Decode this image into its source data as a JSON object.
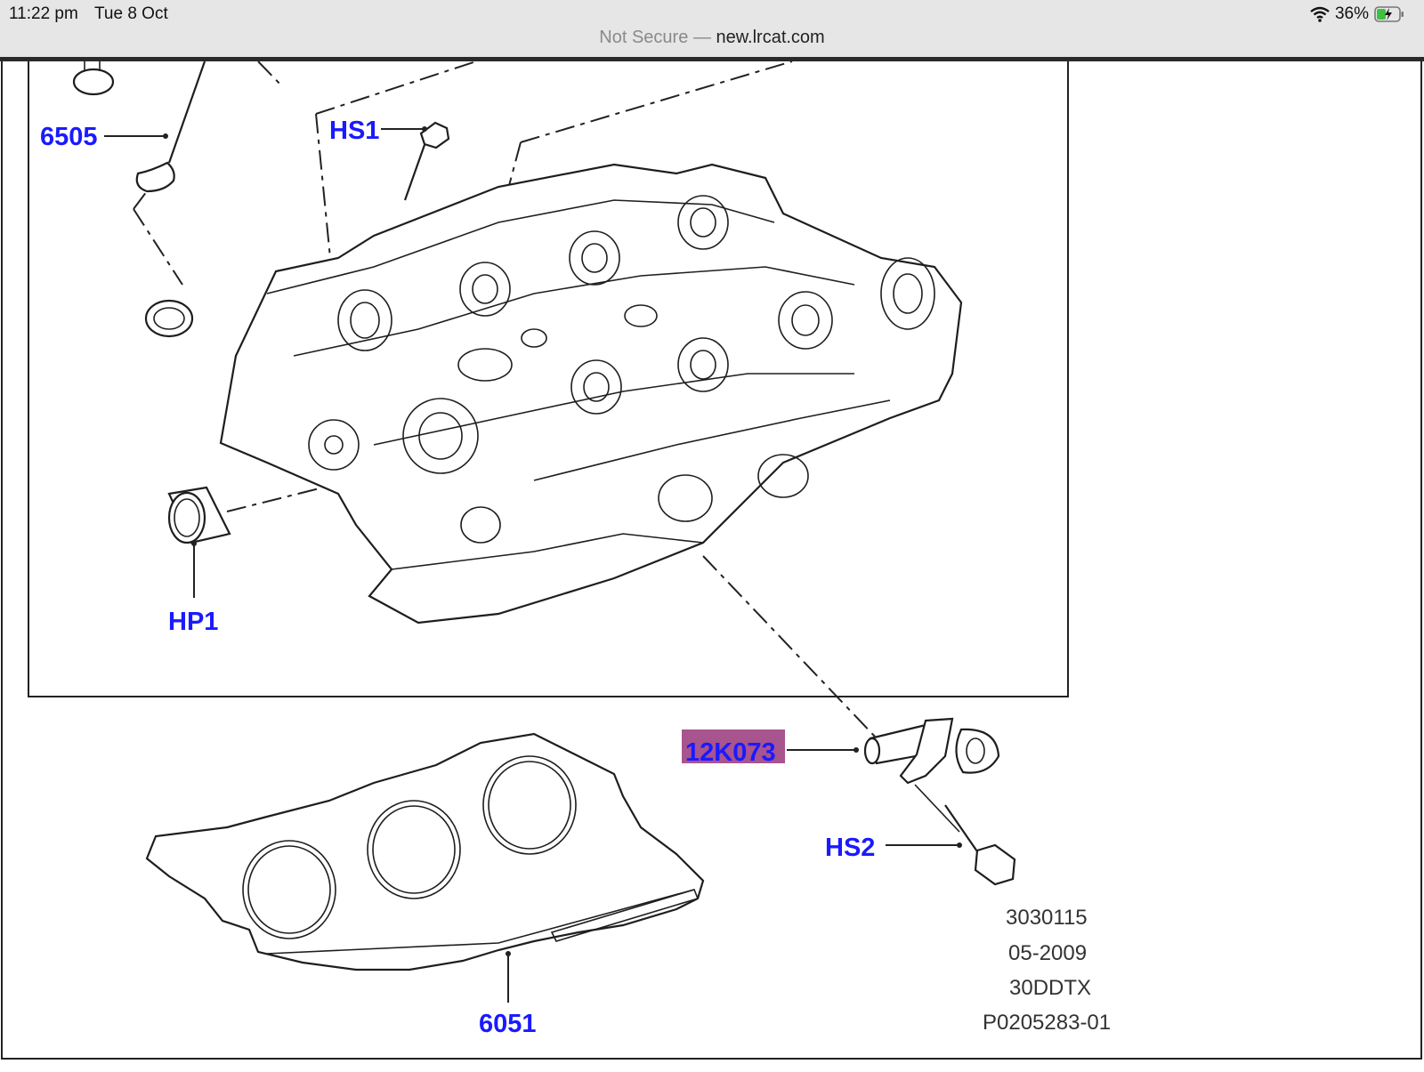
{
  "status_bar": {
    "time": "11:22 pm",
    "date": "Tue 8 Oct",
    "battery_percent": "36%",
    "wifi_icon": "wifi-icon",
    "battery_icon": "battery-charging-icon"
  },
  "address_bar": {
    "security_text": "Not Secure",
    "separator": "—",
    "host": "new.lrcat.com"
  },
  "diagram": {
    "callouts": {
      "valve": "6505",
      "head_bolt_1": "HS1",
      "plug": "HP1",
      "sensor": "12K073",
      "head_bolt_2": "HS2",
      "gasket": "6051"
    },
    "footer_codes": [
      "3030115",
      "05-2009",
      "30DDTX",
      "P0205283-01"
    ],
    "highlight_color": "#a7548f"
  }
}
